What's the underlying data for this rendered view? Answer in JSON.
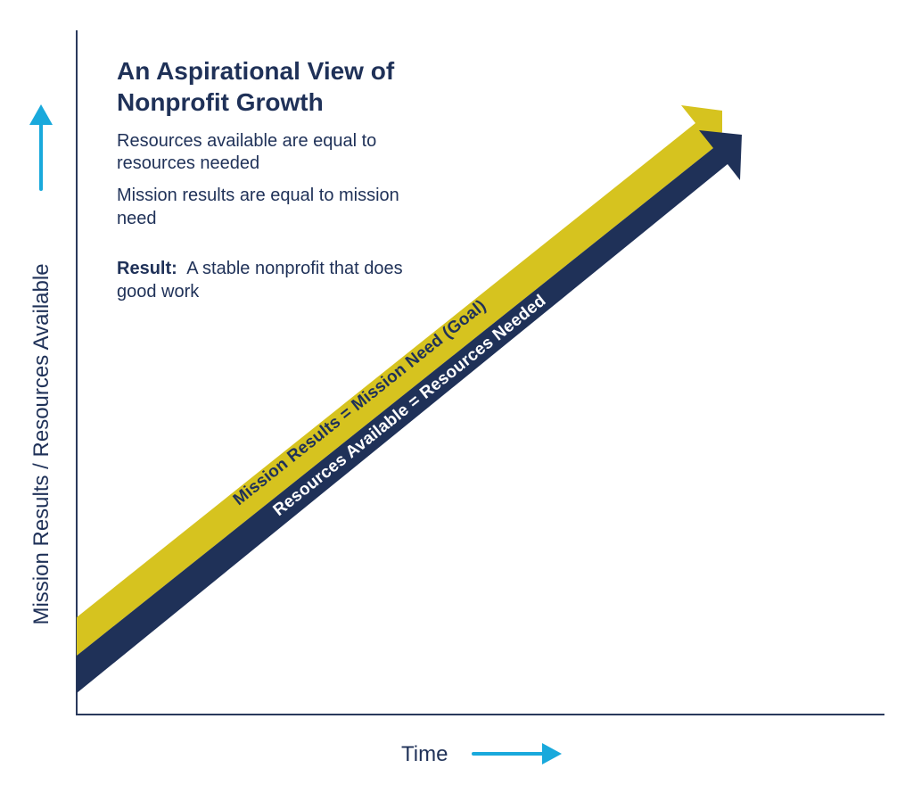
{
  "colors": {
    "navy": "#1f3158",
    "gold": "#d6c31f",
    "cyan": "#19a9dc",
    "axis": "#2a3a5c",
    "white": "#ffffff"
  },
  "heading": {
    "title_line1": "An Aspirational View of",
    "title_line2": "Nonprofit Growth",
    "point1_line1": "Resources available are equal to",
    "point1_line2": "resources needed",
    "point2_line1": "Mission results are equal to mission",
    "point2_line2": "need",
    "result_label": "Result:",
    "result_line1": "A stable nonprofit that does",
    "result_line2": "good work"
  },
  "axes": {
    "y_label": "Mission Results / Resources Available",
    "x_label": "Time",
    "y_arrow_icon": "up-arrow-icon",
    "x_arrow_icon": "right-arrow-icon"
  },
  "arrows": {
    "mission": {
      "label": "Mission Results = Mission Need (Goal)",
      "color": "#d6c31f"
    },
    "resources": {
      "label": "Resources Available = Resources Needed",
      "color": "#1f3158"
    }
  }
}
